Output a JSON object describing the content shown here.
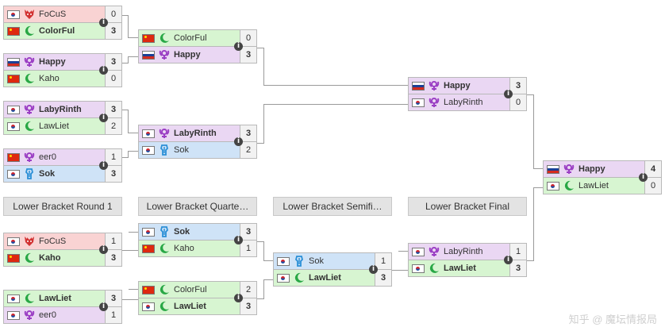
{
  "headers": [
    "Lower Bracket Round 1",
    "Lower Bracket Quarte…",
    "Lower Bracket Semifi…",
    "Lower Bracket Final"
  ],
  "watermark": "知乎 @ 魔坛情报局",
  "info_symbol": "i",
  "matches": {
    "ub_r1_m1": [
      {
        "name": "FoCuS",
        "score": "0"
      },
      {
        "name": "ColorFul",
        "score": "3"
      }
    ],
    "ub_r1_m2": [
      {
        "name": "Happy",
        "score": "3"
      },
      {
        "name": "Kaho",
        "score": "0"
      }
    ],
    "ub_r1_m3": [
      {
        "name": "LabyRinth",
        "score": "3"
      },
      {
        "name": "LawLiet",
        "score": "2"
      }
    ],
    "ub_r1_m4": [
      {
        "name": "eer0",
        "score": "1"
      },
      {
        "name": "Sok",
        "score": "3"
      }
    ],
    "ub_sf_m1": [
      {
        "name": "ColorFul",
        "score": "0"
      },
      {
        "name": "Happy",
        "score": "3"
      }
    ],
    "ub_sf_m2": [
      {
        "name": "LabyRinth",
        "score": "3"
      },
      {
        "name": "Sok",
        "score": "2"
      }
    ],
    "ub_final": [
      {
        "name": "Happy",
        "score": "3"
      },
      {
        "name": "LabyRinth",
        "score": "0"
      }
    ],
    "grand_final": [
      {
        "name": "Happy",
        "score": "4"
      },
      {
        "name": "LawLiet",
        "score": "0"
      }
    ],
    "lb_r1_m1": [
      {
        "name": "FoCuS",
        "score": "1"
      },
      {
        "name": "Kaho",
        "score": "3"
      }
    ],
    "lb_r1_m2": [
      {
        "name": "LawLiet",
        "score": "3"
      },
      {
        "name": "eer0",
        "score": "1"
      }
    ],
    "lb_qf_m1": [
      {
        "name": "Sok",
        "score": "3"
      },
      {
        "name": "Kaho",
        "score": "1"
      }
    ],
    "lb_qf_m2": [
      {
        "name": "ColorFul",
        "score": "2"
      },
      {
        "name": "LawLiet",
        "score": "3"
      }
    ],
    "lb_sf": [
      {
        "name": "Sok",
        "score": "1"
      },
      {
        "name": "LawLiet",
        "score": "3"
      }
    ],
    "lb_final": [
      {
        "name": "LabyRinth",
        "score": "1"
      },
      {
        "name": "LawLiet",
        "score": "3"
      }
    ]
  }
}
